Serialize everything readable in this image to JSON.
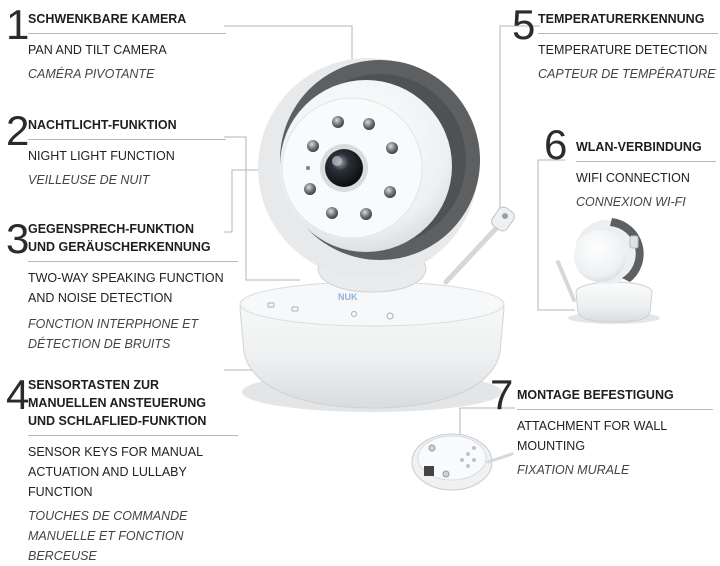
{
  "features": [
    {
      "number": "1",
      "de": "SCHWENKBARE KAMERA",
      "en": "PAN AND TILT CAMERA",
      "fr": "CAMÉRA PIVOTANTE"
    },
    {
      "number": "2",
      "de": "NACHTLICHT-FUNKTION",
      "en": "NIGHT LIGHT FUNCTION",
      "fr": "VEILLEUSE DE NUIT"
    },
    {
      "number": "3",
      "de_line1": "GEGENSPRECH-FUNKTION",
      "de_line2": "UND GERÄUSCHERKENNUNG",
      "en_line1": "TWO-WAY SPEAKING FUNCTION",
      "en_line2": "AND NOISE DETECTION",
      "fr_line1": "FONCTION INTERPHONE ET",
      "fr_line2": "DÉTECTION DE BRUITS"
    },
    {
      "number": "4",
      "de_line1": "SENSORTASTEN ZUR",
      "de_line2": "MANUELLEN ANSTEUERUNG",
      "de_line3": "UND SCHLAFLIED-FUNKTION",
      "en_line1": "SENSOR KEYS FOR MANUAL",
      "en_line2": "ACTUATION AND LULLABY",
      "en_line3": "FUNCTION",
      "fr_line1": "TOUCHES DE COMMANDE",
      "fr_line2": "MANUELLE ET FONCTION",
      "fr_line3": "BERCEUSE"
    },
    {
      "number": "5",
      "de": "TEMPERATURERKENNUNG",
      "en": "TEMPERATURE DETECTION",
      "fr": "CAPTEUR DE TEMPÉRATURE"
    },
    {
      "number": "6",
      "de": "WLAN-VERBINDUNG",
      "en": "WIFI CONNECTION",
      "fr": "CONNEXION WI-FI"
    },
    {
      "number": "7",
      "de": "MONTAGE BEFESTIGUNG",
      "en_line1": "ATTACHMENT FOR WALL",
      "en_line2": "MOUNTING",
      "fr": "FIXATION MURALE"
    }
  ],
  "product": {
    "brand_logo": "NUK"
  },
  "colors": {
    "ring": "#5d5f61",
    "body": "#f3f4f5",
    "leader": "#b5b5b5"
  }
}
